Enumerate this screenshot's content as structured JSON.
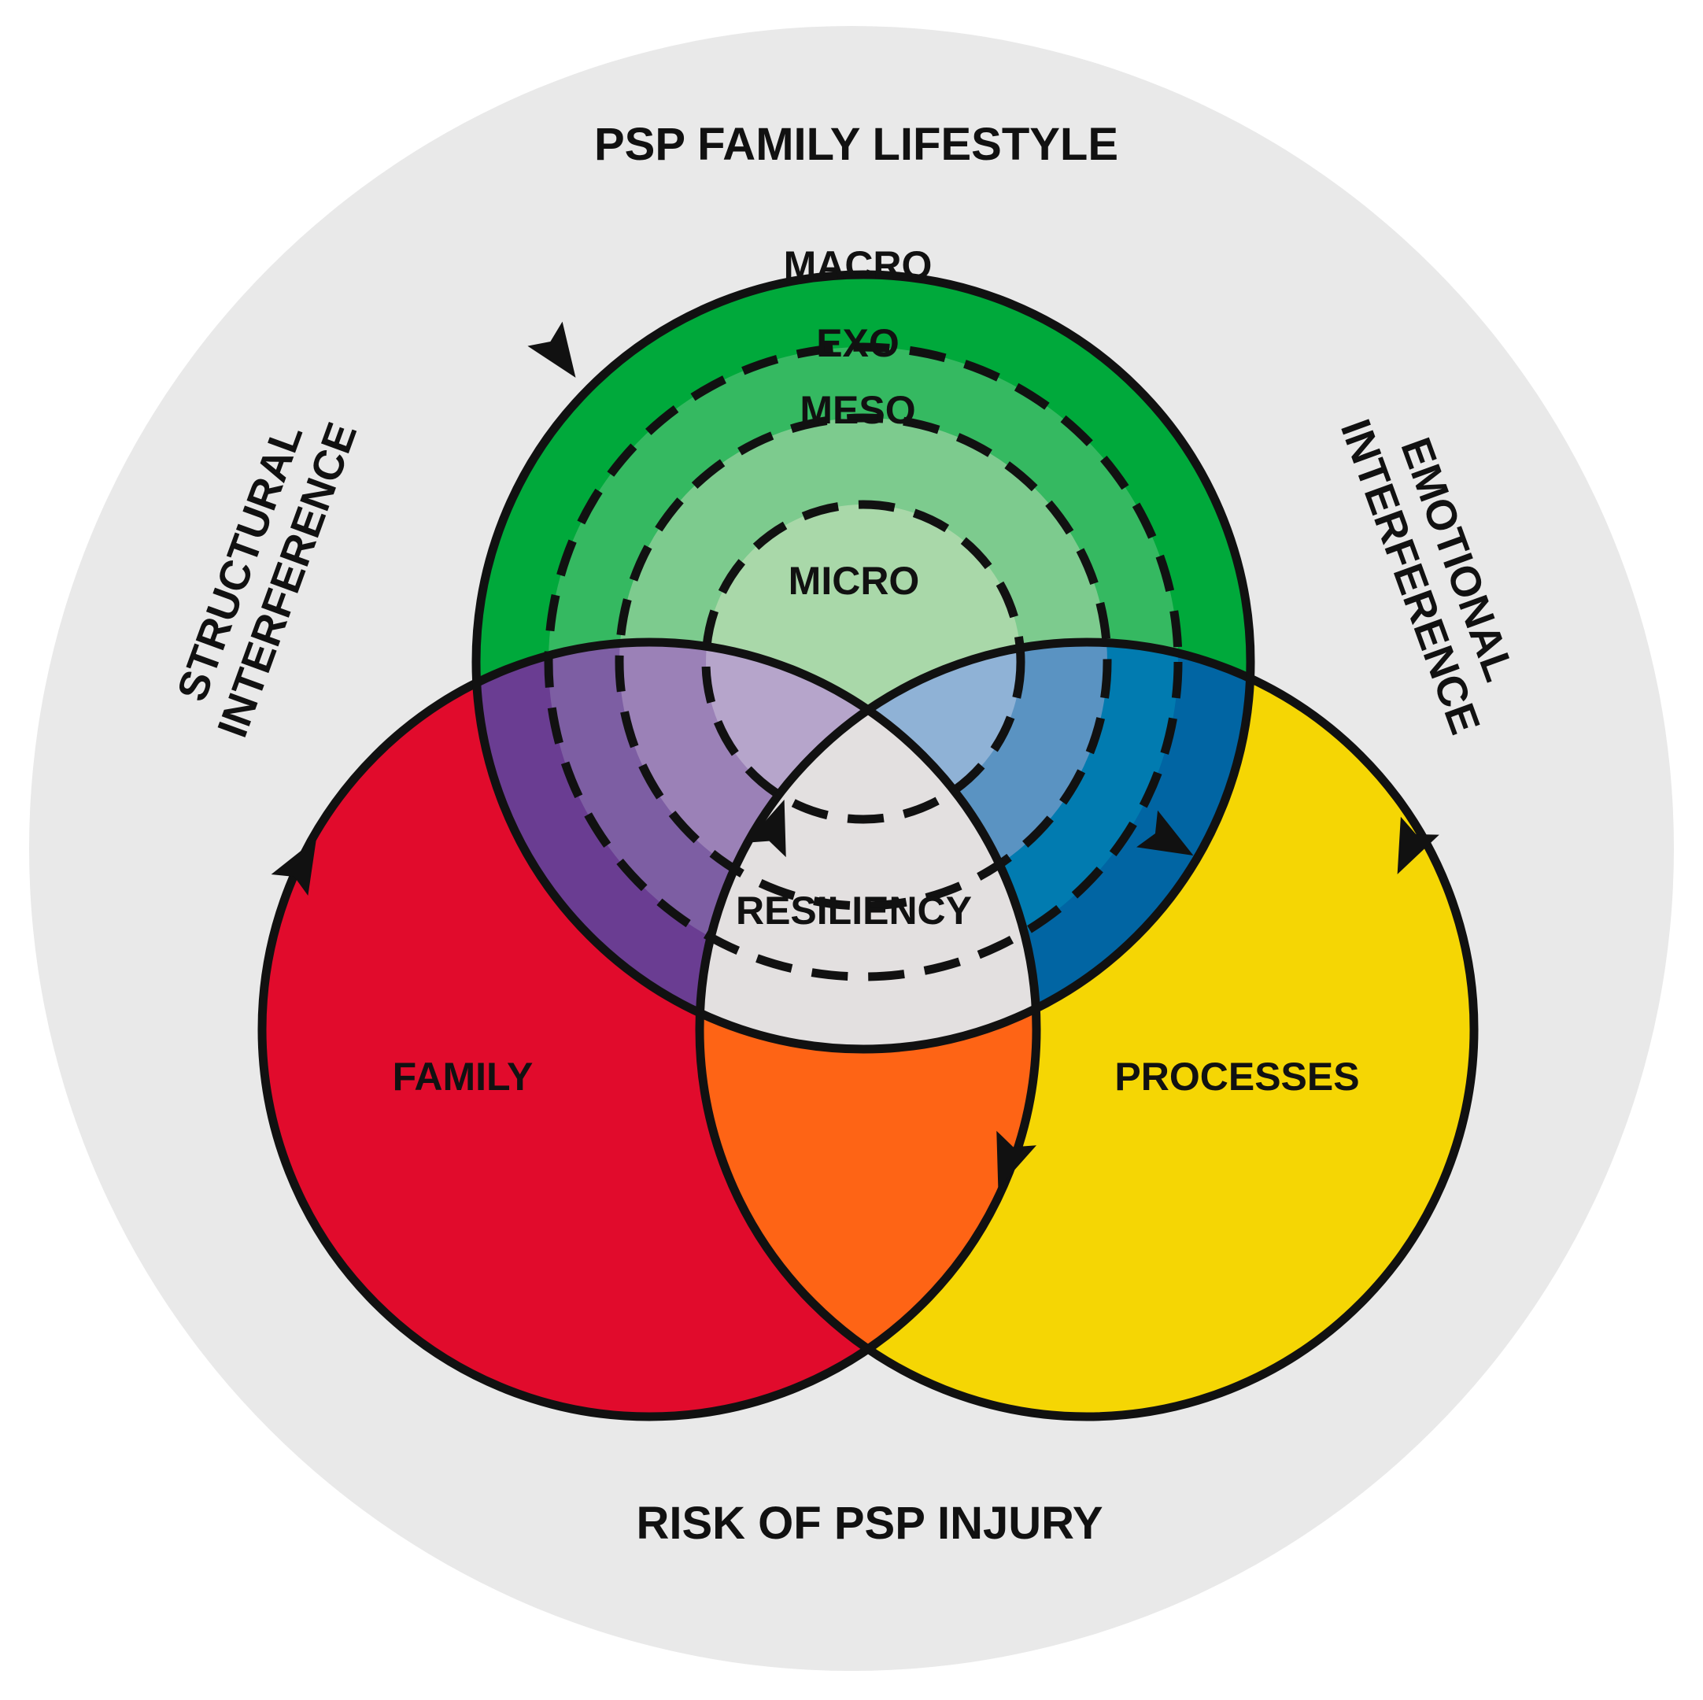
{
  "title_top": "PSP FAMILY LIFESTYLE",
  "title_bottom": "RISK OF PSP INJURY",
  "side_left": {
    "line1": "STRUCTURAL",
    "line2": "INTERFERENCE"
  },
  "side_right": {
    "line1": "EMOTIONAL",
    "line2": "INTERFERENCE"
  },
  "layers": {
    "macro": "MACRO",
    "exo": "EXO",
    "meso": "MESO",
    "micro": "MICRO"
  },
  "circles": {
    "family": "FAMILY",
    "processes": "PROCESSES"
  },
  "center": "RESILIENCY",
  "colors": {
    "background_disc": "#e9e9e9",
    "green_macro": "#00a93b",
    "green_exo": "#35b961",
    "green_meso": "#7dcb8e",
    "green_micro": "#a9d8a9",
    "family_red": "#e10b2c",
    "processes_yellow": "#f5d604",
    "overlap_purple": "#6a3d92",
    "overlap_blue": "#0165a3",
    "overlap_orange": "#fe6415",
    "resiliency_gray": "#e3e0e0"
  }
}
